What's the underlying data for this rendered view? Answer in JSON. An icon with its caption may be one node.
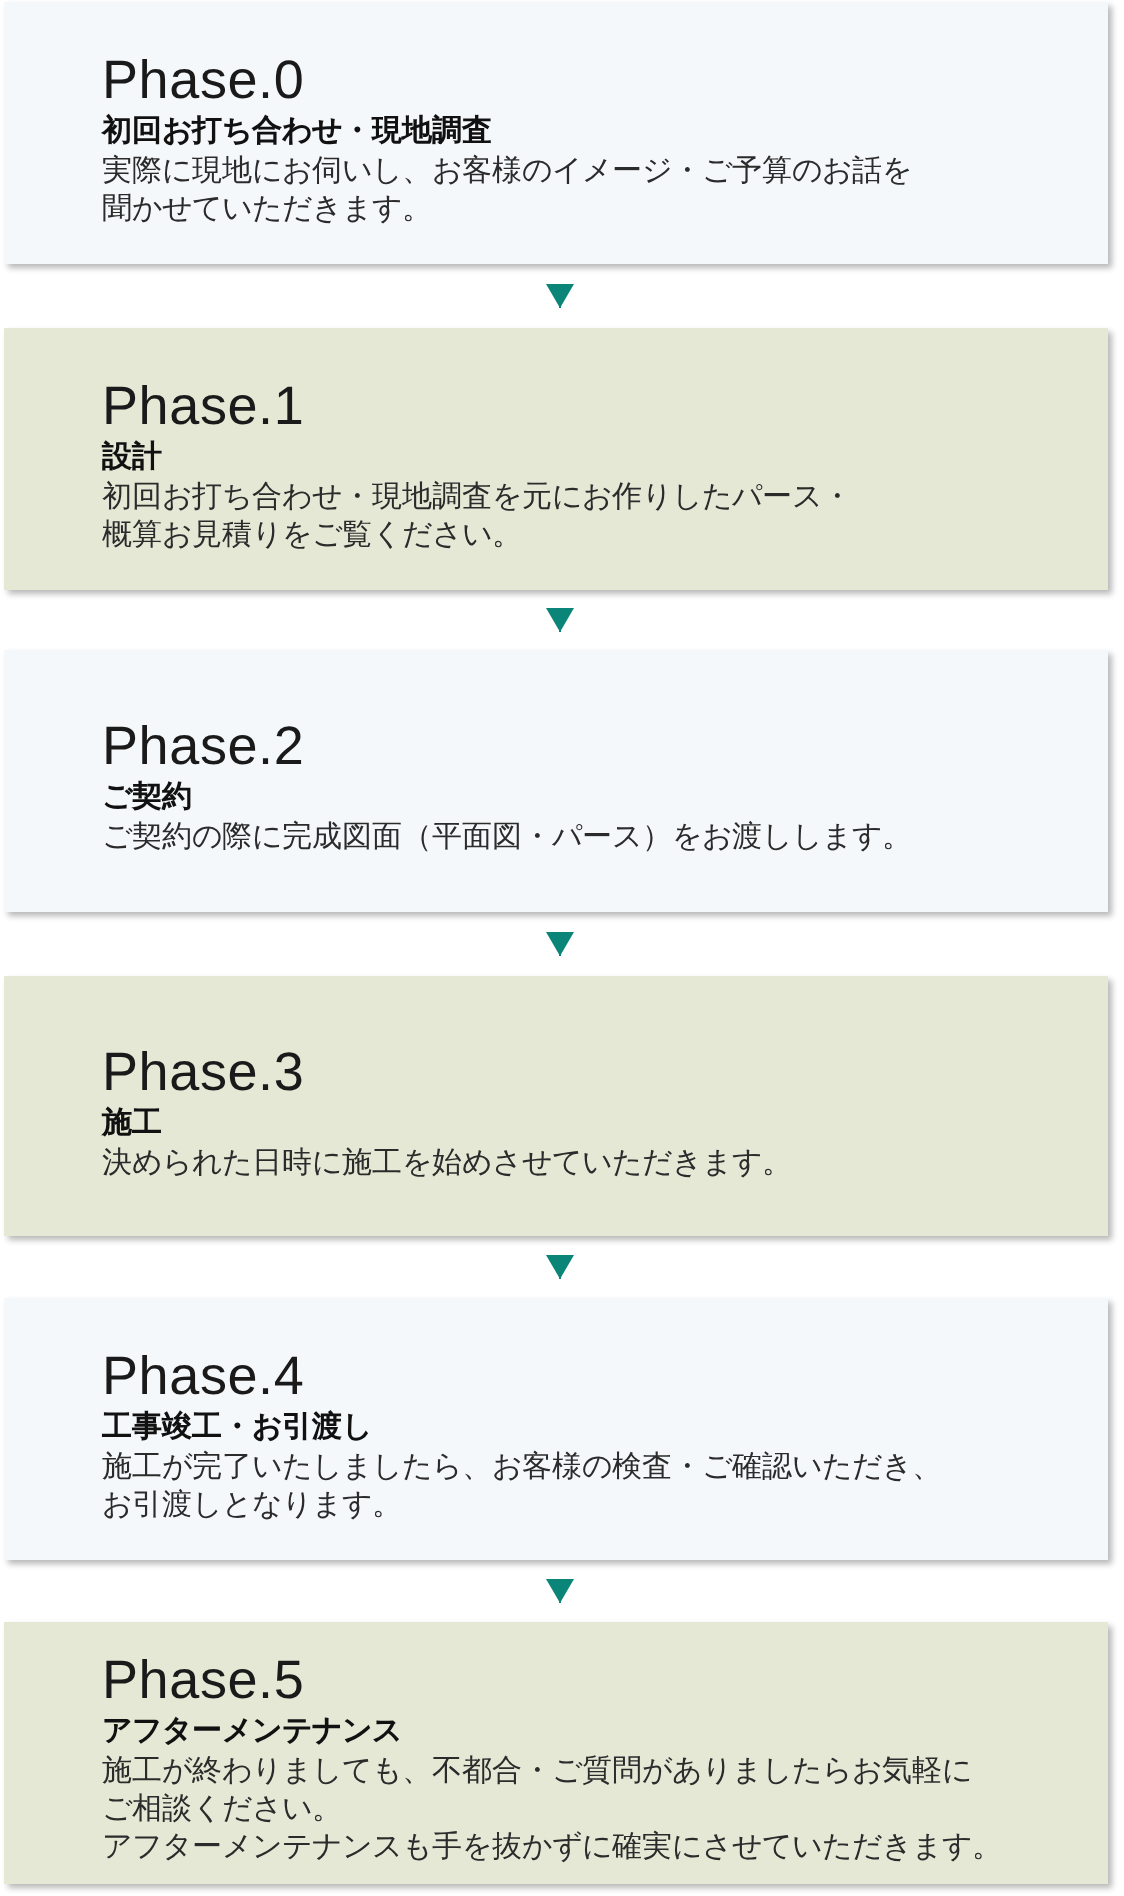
{
  "diagram": {
    "nodes": [
      {
        "text": [
          "Phase.0",
          "初回お打ち合わせ・現地調査",
          "実際に現地にお伺いし、お客様のイメージ・ご予算のお話を聞かせていただきます。"
        ]
      },
      {
        "text": [
          "Phase.1",
          "設計",
          "初回お打ち合わせ・現地調査を元にお作りしたパース・概算お見積りをご覧ください。"
        ]
      },
      {
        "text": [
          "Phase.2",
          "ご契約",
          "ご契約の際に完成図面（平面図・パース）をお渡しします。"
        ]
      },
      {
        "text": [
          "Phase.3",
          "施工",
          "決められた日時に施工を始めさせていただきます。"
        ]
      },
      {
        "text": [
          "Phase.4",
          "工事竣工・お引渡し",
          "施工が完了いたしましたら、お客様の検査・ご確認いただき、お引渡しとなります。"
        ]
      },
      {
        "text": [
          "Phase.5",
          "アフターメンテナンス",
          "施工が終わりましても、不都合・ご質問がありましたらお気軽にご相談ください。",
          "アフターメンテナンスも手を抜かずに確実にさせていただきます。"
        ]
      }
    ],
    "edges": [
      {
        "from": 0,
        "to": 1,
        "arrow": "to"
      },
      {
        "from": 1,
        "to": 2,
        "arrow": "to"
      },
      {
        "from": 2,
        "to": 3,
        "arrow": "to"
      },
      {
        "from": 3,
        "to": 4,
        "arrow": "to"
      },
      {
        "from": 4,
        "to": 5,
        "arrow": "to"
      }
    ]
  }
}
